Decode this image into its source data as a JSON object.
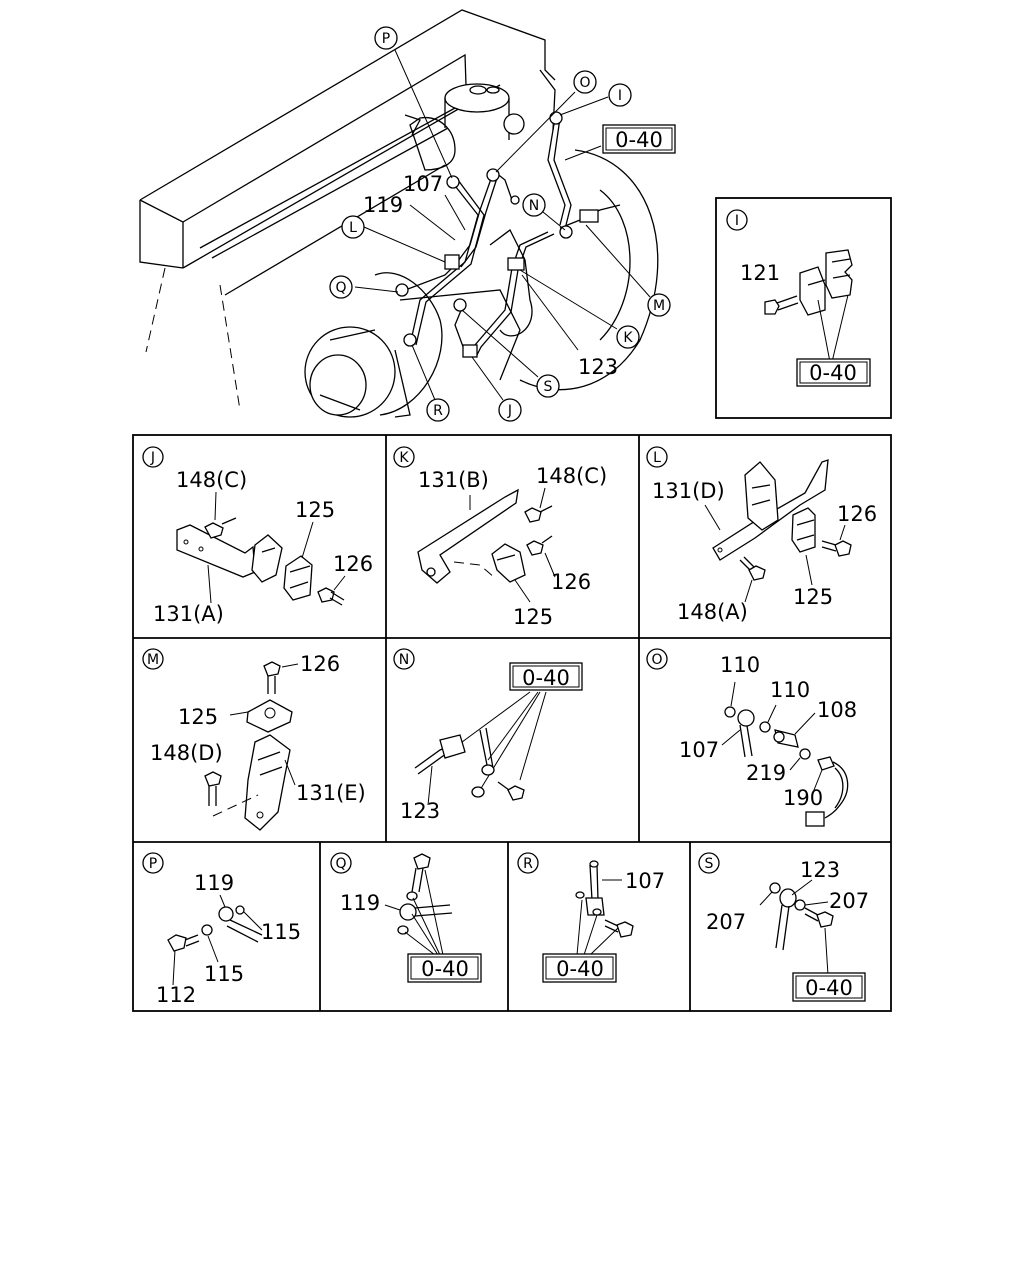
{
  "main_view": {
    "callouts": [
      "P",
      "O",
      "I",
      "N",
      "M",
      "K",
      "L",
      "Q",
      "R",
      "J",
      "S"
    ],
    "labels": [
      "107",
      "119",
      "123"
    ],
    "ref_box": "0-40"
  },
  "detail_I": {
    "letter": "I",
    "labels": [
      "121"
    ],
    "ref_box": "0-40"
  },
  "panels": {
    "J": {
      "letter": "J",
      "labels": [
        "148(C)",
        "125",
        "126",
        "131(A)"
      ]
    },
    "K": {
      "letter": "K",
      "labels": [
        "131(B)",
        "148(C)",
        "126",
        "125"
      ]
    },
    "L": {
      "letter": "L",
      "labels": [
        "131(D)",
        "126",
        "125",
        "148(A)"
      ]
    },
    "M": {
      "letter": "M",
      "labels": [
        "126",
        "125",
        "148(D)",
        "131(E)"
      ]
    },
    "N": {
      "letter": "N",
      "labels": [
        "123"
      ],
      "ref_box": "0-40"
    },
    "O": {
      "letter": "O",
      "labels": [
        "110",
        "110",
        "108",
        "107",
        "219",
        "190"
      ]
    },
    "P": {
      "letter": "P",
      "labels": [
        "119",
        "115",
        "115",
        "112"
      ]
    },
    "Q": {
      "letter": "Q",
      "labels": [
        "119"
      ],
      "ref_box": "0-40"
    },
    "R": {
      "letter": "R",
      "labels": [
        "107"
      ],
      "ref_box": "0-40"
    },
    "S": {
      "letter": "S",
      "labels": [
        "123",
        "207",
        "207"
      ],
      "ref_box": "0-40"
    }
  }
}
